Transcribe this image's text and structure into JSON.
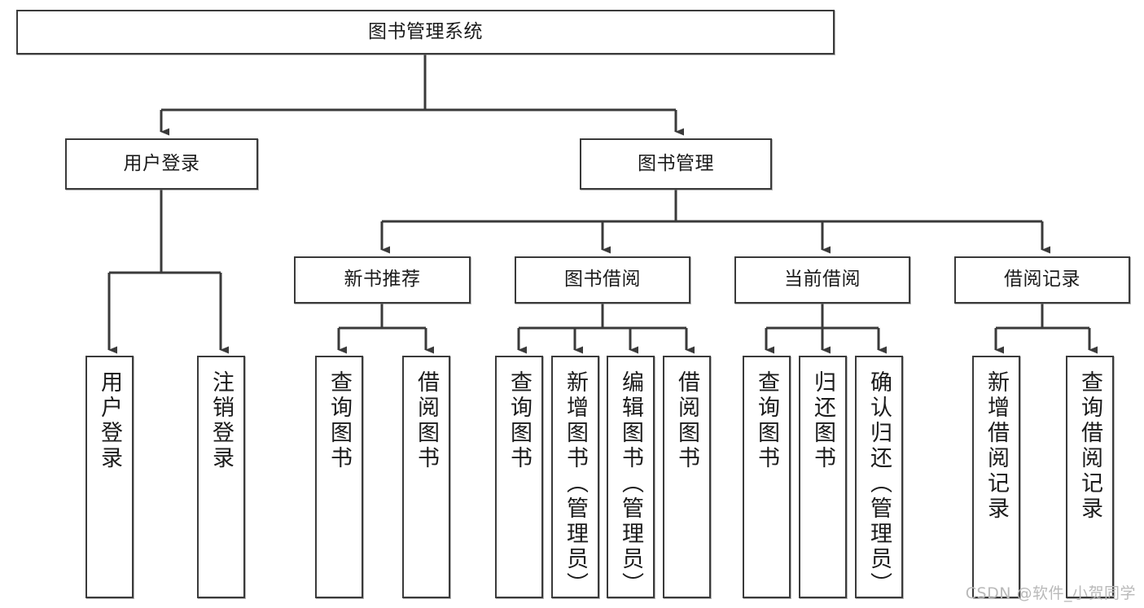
{
  "diagram": {
    "type": "tree",
    "title": "图书管理系统",
    "root": {
      "label": "图书管理系统"
    },
    "level2": [
      {
        "label": "用户登录"
      },
      {
        "label": "图书管理"
      }
    ],
    "level3": [
      {
        "label": "新书推荐"
      },
      {
        "label": "图书借阅"
      },
      {
        "label": "当前借阅"
      },
      {
        "label": "借阅记录"
      }
    ],
    "leaves": {
      "user_login": [
        {
          "label": "用户登录"
        },
        {
          "label": "注销登录"
        }
      ],
      "new_book_recommend": [
        {
          "label": "查询图书"
        },
        {
          "label": "借阅图书"
        }
      ],
      "book_borrow": [
        {
          "label": "查询图书"
        },
        {
          "label": "新增图书（管理员）"
        },
        {
          "label": "编辑图书（管理员）"
        },
        {
          "label": "借阅图书"
        }
      ],
      "current_borrow": [
        {
          "label": "查询图书"
        },
        {
          "label": "归还图书"
        },
        {
          "label": "确认归还（管理员）"
        }
      ],
      "borrow_records": [
        {
          "label": "新增借阅记录"
        },
        {
          "label": "查询借阅记录"
        }
      ]
    }
  },
  "watermark": {
    "text": "CSDN @软件_小贺同学"
  },
  "colors": {
    "border": "#3a3a3a",
    "background": "#ffffff",
    "text": "#1b1b1b",
    "watermark": "#b9b9b9"
  }
}
